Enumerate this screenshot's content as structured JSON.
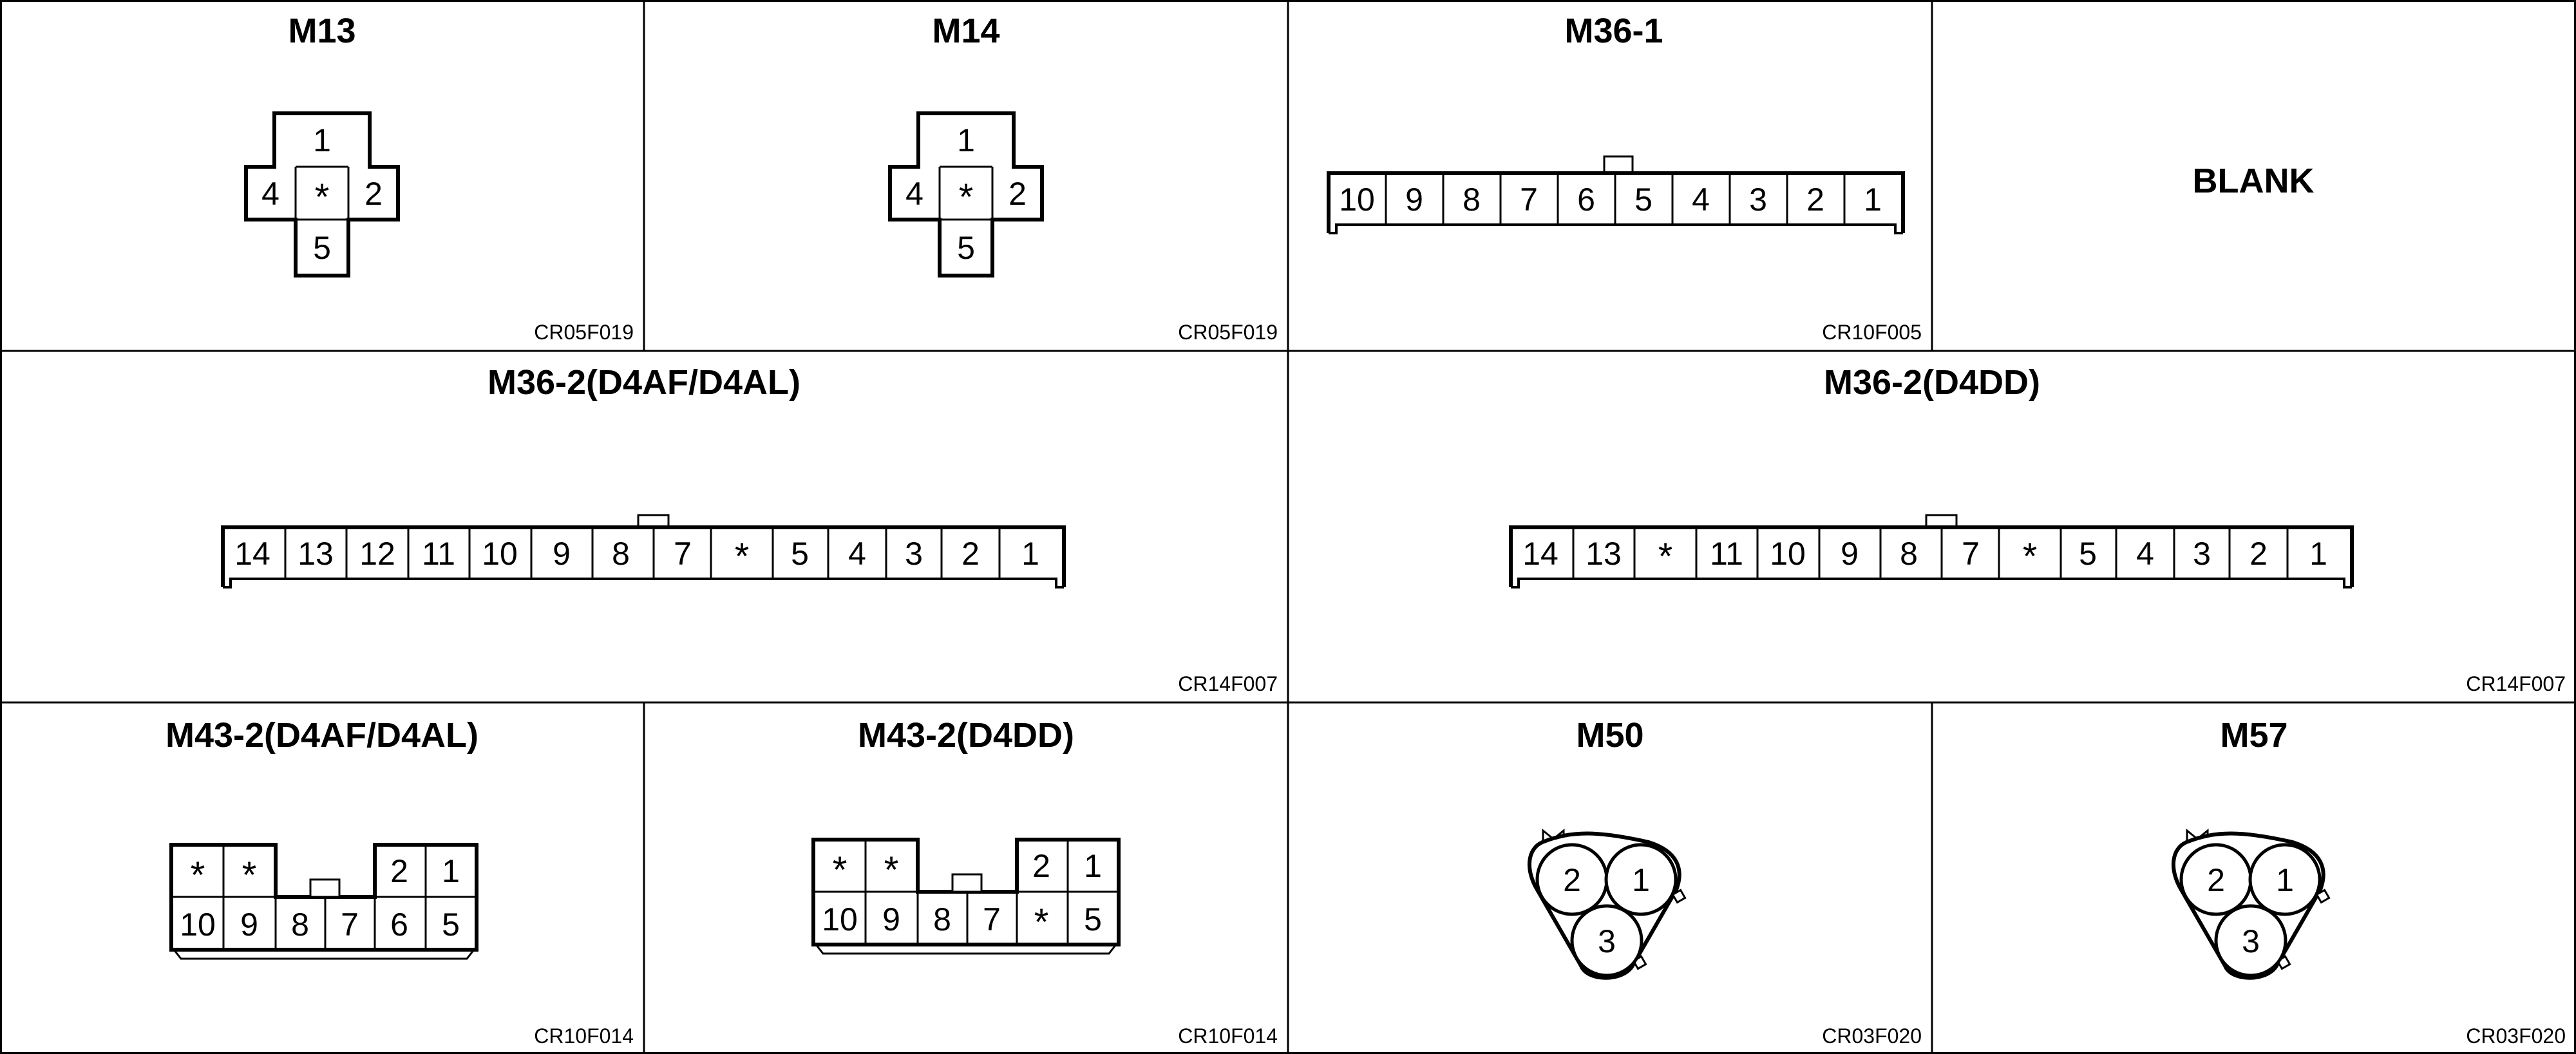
{
  "panels": {
    "m13": {
      "title": "M13",
      "code": "CR05F019",
      "pins": [
        "1",
        "4",
        "*",
        "2",
        "5"
      ]
    },
    "m14": {
      "title": "M14",
      "code": "CR05F019",
      "pins": [
        "1",
        "4",
        "*",
        "2",
        "5"
      ]
    },
    "m36_1": {
      "title": "M36-1",
      "code": "CR10F005",
      "pins": [
        "10",
        "9",
        "8",
        "7",
        "6",
        "5",
        "4",
        "3",
        "2",
        "1"
      ]
    },
    "blank": {
      "title": "BLANK"
    },
    "m36_2_af": {
      "title": "M36-2(D4AF/D4AL)",
      "code": "CR14F007",
      "pins": [
        "14",
        "13",
        "12",
        "11",
        "10",
        "9",
        "8",
        "7",
        "*",
        "5",
        "4",
        "3",
        "2",
        "1"
      ]
    },
    "m36_2_dd": {
      "title": "M36-2(D4DD)",
      "code": "CR14F007",
      "pins": [
        "14",
        "13",
        "*",
        "11",
        "10",
        "9",
        "8",
        "7",
        "*",
        "5",
        "4",
        "3",
        "2",
        "1"
      ]
    },
    "m43_2_af": {
      "title": "M43-2(D4AF/D4AL)",
      "code": "CR10F014",
      "top_pins": [
        "*",
        "*",
        "2",
        "1"
      ],
      "bottom_pins": [
        "10",
        "9",
        "8",
        "7",
        "6",
        "5"
      ]
    },
    "m43_2_dd": {
      "title": "M43-2(D4DD)",
      "code": "CR10F014",
      "top_pins": [
        "*",
        "*",
        "2",
        "1"
      ],
      "bottom_pins": [
        "10",
        "9",
        "8",
        "7",
        "*",
        "5"
      ]
    },
    "m50": {
      "title": "M50",
      "code": "CR03F020",
      "pins": [
        "2",
        "1",
        "3"
      ]
    },
    "m57": {
      "title": "M57",
      "code": "CR03F020",
      "pins": [
        "2",
        "1",
        "3"
      ]
    }
  }
}
